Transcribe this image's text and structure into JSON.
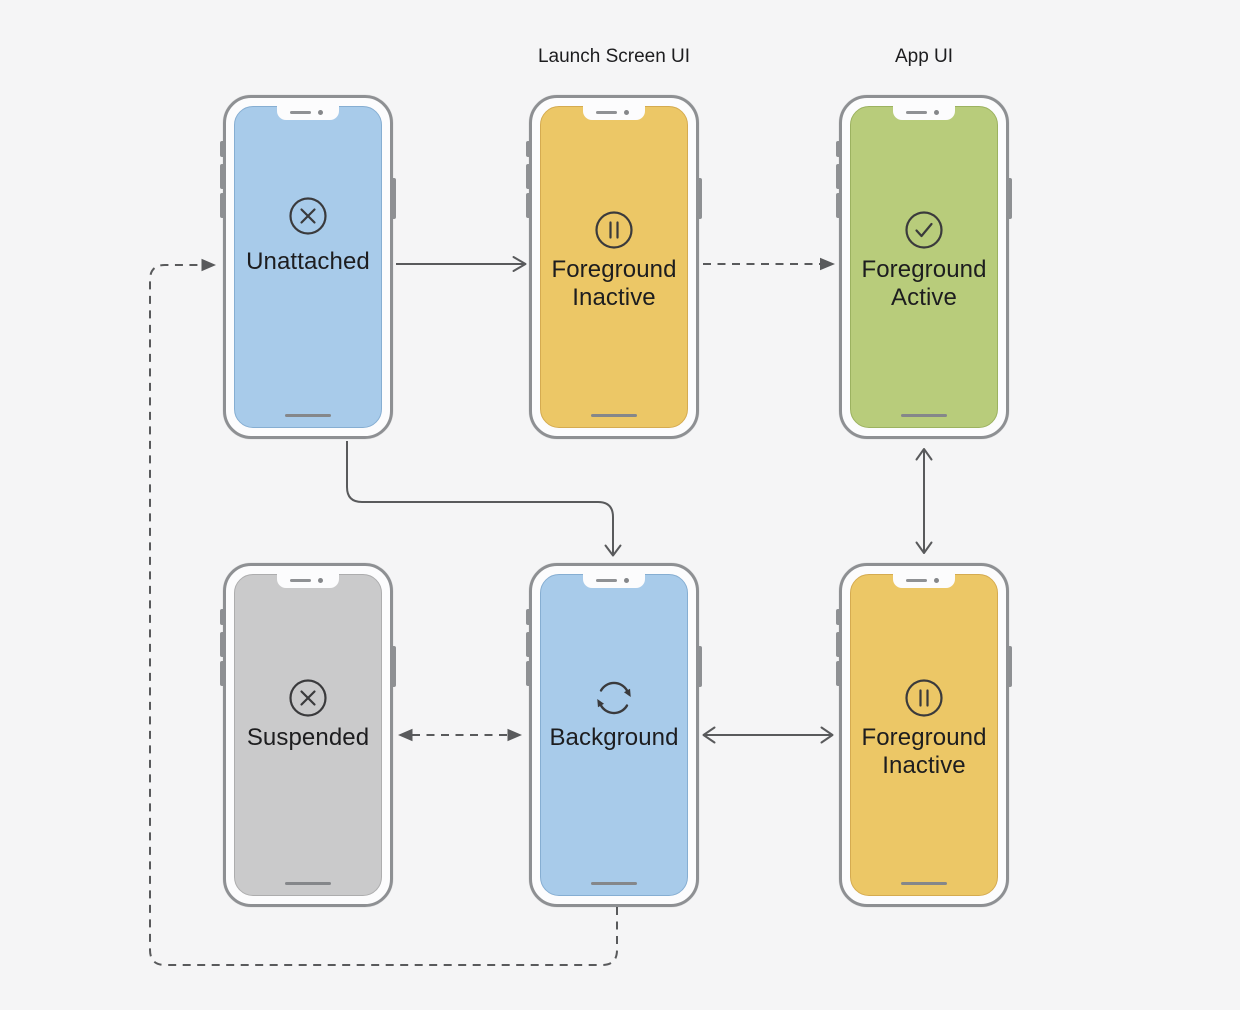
{
  "colors": {
    "page_bg": "#f5f5f6",
    "arrow": "#595a5c",
    "label_text": "#1d1d1f",
    "phone_frame": "#8e9093",
    "phone_bezel": "#fcfcfd"
  },
  "column_headers": [
    {
      "label": "Launch Screen UI"
    },
    {
      "label": "App UI"
    }
  ],
  "phones": [
    {
      "state": "Unattached",
      "icon": "x-circle-icon",
      "screen_color": "#a8cbea",
      "screen_border": "#86aed2"
    },
    {
      "state": "Foreground Inactive",
      "icon": "pause-circle-icon",
      "screen_color": "#ecc766",
      "screen_border": "#d5ab50"
    },
    {
      "state": "Foreground Active",
      "icon": "checkmark-circle-icon",
      "screen_color": "#b8cc7b",
      "screen_border": "#9cb260"
    },
    {
      "state": "Suspended",
      "icon": "x-circle-icon",
      "screen_color": "#cacacb",
      "screen_border": "#adadae"
    },
    {
      "state": "Background",
      "icon": "refresh-circle-icon",
      "screen_color": "#a8cbea",
      "screen_border": "#86aed2"
    },
    {
      "state": "Foreground Inactive",
      "icon": "pause-circle-icon",
      "screen_color": "#ecc766",
      "screen_border": "#d5ab50"
    }
  ],
  "arrows": [
    {
      "from": "Unattached",
      "to": "Foreground Inactive (Launch Screen UI)",
      "style": "solid",
      "direction": "one-way"
    },
    {
      "from": "Foreground Inactive (Launch Screen UI)",
      "to": "Foreground Active",
      "style": "dashed",
      "direction": "one-way"
    },
    {
      "from": "Unattached",
      "to": "Background",
      "style": "solid",
      "direction": "one-way"
    },
    {
      "from": "Foreground Active",
      "to": "Foreground Inactive (App UI)",
      "style": "solid",
      "direction": "two-way"
    },
    {
      "from": "Background",
      "to": "Suspended",
      "style": "dashed",
      "direction": "two-way"
    },
    {
      "from": "Background",
      "to": "Foreground Inactive (App UI)",
      "style": "solid",
      "direction": "two-way"
    },
    {
      "from": "Background",
      "to": "Unattached",
      "style": "dashed",
      "direction": "one-way"
    }
  ]
}
